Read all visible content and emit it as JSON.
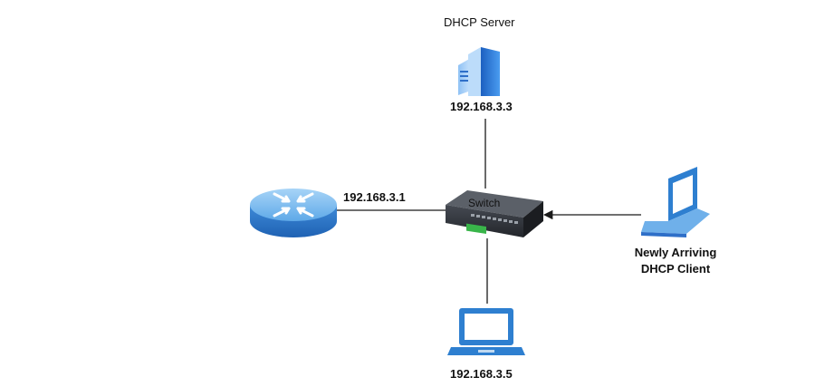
{
  "diagram": {
    "nodes": {
      "dhcp_server": {
        "title": "DHCP Server",
        "ip": "192.168.3.3",
        "icon": "server-icon"
      },
      "router": {
        "ip": "192.168.3.1",
        "icon": "router-icon"
      },
      "switch": {
        "label": "Switch",
        "icon": "switch-icon"
      },
      "new_client": {
        "label_line1": "Newly Arriving",
        "label_line2": "DHCP Client",
        "icon": "laptop-icon"
      },
      "bottom_client": {
        "ip": "192.168.3.5",
        "icon": "laptop-icon"
      }
    },
    "connections": [
      {
        "from": "dhcp_server",
        "to": "switch",
        "arrow": false
      },
      {
        "from": "router",
        "to": "switch",
        "arrow": false
      },
      {
        "from": "bottom_client",
        "to": "switch",
        "arrow": false
      },
      {
        "from": "new_client",
        "to": "switch",
        "arrow": true
      }
    ]
  },
  "colors": {
    "line": "#1a1a1a",
    "device_blue": "#2e7fd0",
    "device_dark": "#1f5fa8",
    "switch_body": "#2d3138",
    "switch_led": "#39b54a"
  }
}
